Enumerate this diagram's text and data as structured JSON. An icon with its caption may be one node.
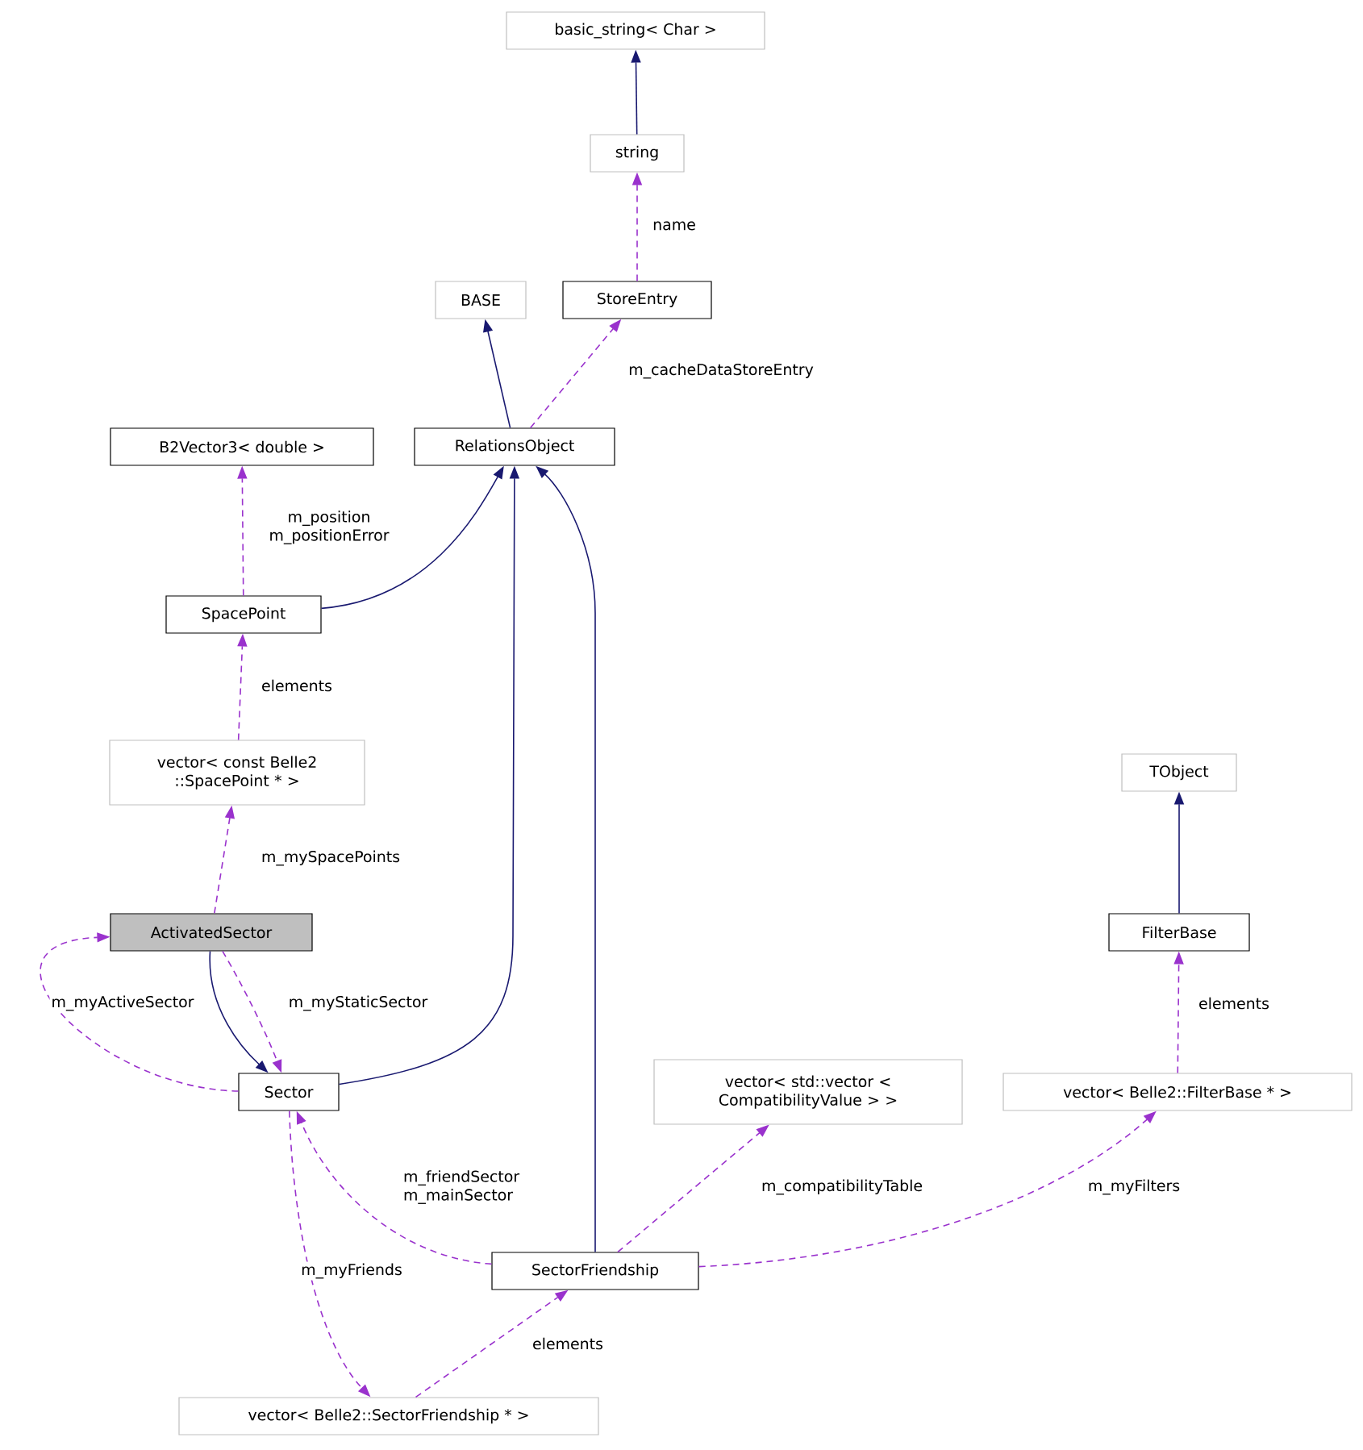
{
  "diagram": {
    "nodes": [
      {
        "text": [
          "basic_string< Char >"
        ]
      },
      {
        "text": [
          "string"
        ]
      },
      {
        "text": [
          "BASE"
        ]
      },
      {
        "text": [
          "StoreEntry"
        ]
      },
      {
        "text": [
          "B2Vector3< double >"
        ]
      },
      {
        "text": [
          "RelationsObject"
        ]
      },
      {
        "text": [
          "SpacePoint"
        ]
      },
      {
        "text": [
          "vector< const Belle2 ::SpacePoint * >"
        ]
      },
      {
        "text": [
          "TObject"
        ]
      },
      {
        "text": [
          "ActivatedSector"
        ]
      },
      {
        "text": [
          "FilterBase"
        ]
      },
      {
        "text": [
          "Sector"
        ]
      },
      {
        "text": [
          "vector< std::vector < CompatibilityValue > >"
        ]
      },
      {
        "text": [
          "vector< Belle2::FilterBase * >"
        ]
      },
      {
        "text": [
          "SectorFriendship"
        ]
      },
      {
        "text": [
          "vector< Belle2::SectorFriendship * >"
        ]
      }
    ],
    "edges": [
      {
        "from": 1,
        "to": 0,
        "arrow": "to",
        "color": "#191970"
      },
      {
        "from": 3,
        "to": 1,
        "arrow": "to",
        "style": "dashed",
        "label": "name"
      },
      {
        "from": 5,
        "to": 2,
        "arrow": "to",
        "color": "#191970"
      },
      {
        "from": 5,
        "to": 3,
        "arrow": "to",
        "style": "dashed",
        "label": "m_cacheDataStoreEntry"
      },
      {
        "from": 6,
        "to": 4,
        "arrow": "to",
        "style": "dashed",
        "label": "m_position m_positionError"
      },
      {
        "from": 6,
        "to": 5,
        "arrow": "to",
        "color": "#191970"
      },
      {
        "from": 7,
        "to": 6,
        "arrow": "to",
        "style": "dashed",
        "label": "elements"
      },
      {
        "from": 9,
        "to": 7,
        "arrow": "to",
        "style": "dashed",
        "label": "m_mySpacePoints"
      },
      {
        "from": 9,
        "to": 11,
        "arrow": "to",
        "color": "#191970"
      },
      {
        "from": 9,
        "to": 11,
        "arrow": "to",
        "style": "dashed",
        "label": "m_myStaticSector"
      },
      {
        "from": 11,
        "to": 9,
        "arrow": "to",
        "style": "dashed",
        "label": "m_myActiveSector"
      },
      {
        "from": 11,
        "to": 5,
        "arrow": "to",
        "color": "#191970"
      },
      {
        "from": 14,
        "to": 5,
        "arrow": "to",
        "color": "#191970"
      },
      {
        "from": 14,
        "to": 11,
        "arrow": "to",
        "style": "dashed",
        "label": "m_friendSector m_mainSector"
      },
      {
        "from": 14,
        "to": 12,
        "arrow": "to",
        "style": "dashed",
        "label": "m_compatibilityTable"
      },
      {
        "from": 14,
        "to": 13,
        "arrow": "to",
        "style": "dashed",
        "label": "m_myFilters"
      },
      {
        "from": 15,
        "to": 14,
        "arrow": "to",
        "style": "dashed",
        "label": "elements"
      },
      {
        "from": 11,
        "to": 15,
        "arrow": "to",
        "style": "dashed",
        "label": "m_myFriends"
      },
      {
        "from": 13,
        "to": 10,
        "arrow": "to",
        "style": "dashed",
        "label": "elements"
      },
      {
        "from": 10,
        "to": 8,
        "arrow": "to",
        "color": "#191970"
      }
    ]
  }
}
